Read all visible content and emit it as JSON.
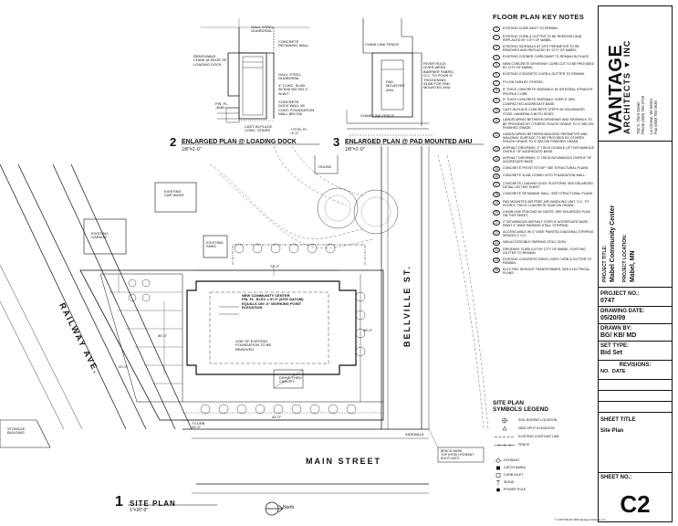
{
  "plans": {
    "loading_dock": {
      "number": "2",
      "title": "ENLARGED PLAN @ LOADING DOCK",
      "scale": "1/8\"=1'-0\""
    },
    "pad_ahu": {
      "number": "3",
      "title": "ENLARGED PLAN @ PAD MOUNTED AHU",
      "scale": "1/8\"=1'-0\""
    },
    "site": {
      "number": "1",
      "title": "SITE  PLAN",
      "scale": "1\"=20'-0\"",
      "north": "North"
    }
  },
  "dock_labels": {
    "removable_chain": "REMOVABLE\nCHAIN @ EDGE OF\nLOADING DOCK",
    "galv_guardrail": "GALV. STEEL\nGUARDRAIL",
    "retaining_wall": "CONCRETE\nRETAINING WALL",
    "galv_guardrail2": "GALV. STEEL\nGUARDRAIL",
    "conc_slab": "4\" CONC. SLAB\nW/ 6X6 W2.9X2.9\nW.W.F.",
    "dock_wall": "CONCRETE\nDOCK WALL W/\nCONT. FOUNDATION\nWALL BELOW",
    "cast_in_place": "CAST-IN-PLACE\nCONC. STAIRS",
    "fin_fl": "FIN. FL.\n-4'-0\"",
    "fin_fl2": "+7'FIN. FL.\n-4'-0\""
  },
  "ahu_labels": {
    "chain_link": "CHAIN LINK FENCE",
    "river_rock": "RIVER ROCK\nOVER WEED\nBARRIER FABRIC\nO.C. TO POUR 5\"\nTHICKENING\nSLAB FOR PAD\nMOUNTED AHU",
    "pad_mounted": "PAD\nMOUNTED\nAHU",
    "chain_link2": "CHAIN LINK FENCE"
  },
  "site_labels": {
    "house": "HOUSE",
    "existing_car_wash": "EXISTING\nCAR WASH",
    "existing_garage": "EXISTING\nGARAGE",
    "existing_shed": "EXISTING\nSHED",
    "new_center": "NEW COMMUNITY CENTER\nFIN. FL. ELEV = 97.5' (SITE DATUM)\nEQUALS 100'-0\" WORKING POINT\nELEVATION",
    "line_existing": "LINE OF EXISTING\nFOUNDATION TO BE\nREMOVED",
    "drive_thru": "DRIVE-THRU\nCANOPY",
    "storage_building": "STORAGE\nBUILDING",
    "sidewalk": "SIDEWALK",
    "bench_mark": "BENCH MARK\nTOP (FIRE) HYDRANT\nELEV=100.0'",
    "dim_a": "72'-0\"",
    "dim_b": "80'-0\"",
    "dim_c": "55'-0\"",
    "dim_d": "42'-0\"",
    "dim_e": "20'-0\"",
    "curb": "7'CURB\n42'-0\""
  },
  "roads": {
    "railway": "RAILWAY AVE.",
    "bellville": "BELLVILLE ST.",
    "main": "MAIN STREET"
  },
  "notes": {
    "heading": "FLOOR PLAN KEY NOTES",
    "items": [
      {
        "n": "1",
        "t": "EXISTING CURB INLET TO REMAIN."
      },
      {
        "n": "2",
        "t": "EXISTING CURB & GUTTER TO BE REMOVED AND REPLACED BY CITY OF MABEL."
      },
      {
        "n": "3",
        "t": "EXISTING SIDEWALK AT SITE PERIMETER TO BE REMOVED AND REPLACED BY CITY OF MABEL."
      },
      {
        "n": "4",
        "t": "EXISTING CORNER CURB RAMP TO REMAIN IN PLACE."
      },
      {
        "n": "5",
        "t": "NEW CONCRETE DRIVEWAY CURB CUT TO BE PROVIDED BY CITY OF MABEL."
      },
      {
        "n": "6",
        "t": "EXISTING CONCRETE CURB & GUTTER TO REMAIN."
      },
      {
        "n": "7",
        "t": "PYLON SIGN BY OTHERS."
      },
      {
        "n": "8",
        "t": "6\" THICK CONCRETE SIDEWALK W/ INTEGRAL STRAIGHT PROFILE CURB."
      },
      {
        "n": "9",
        "t": "5\" THICK CONCRETE SIDEWALK OVER 6\" MIN. COMPACTED AGGREGATE BASE."
      },
      {
        "n": "10",
        "t": "CAST-IN-PLACE CONCRETE STEPS W/ GALVANIZED STEEL HANDRAILS BOTH SIDES."
      },
      {
        "n": "11",
        "t": "LANDSCAPING BETWEEN DRIVEWAY AND SIDEWALK TO BE PROVIDED BY OTHERS. ROUGH GRADE TO 4\" BELOW FINISHED GRADE."
      },
      {
        "n": "12",
        "t": "LANDSCAPING BETWEEN BUILDING PERIMETER AND WALKWAY SURFACE TO BE PROVIDED BY OTHERS. ROUGH GRADE TO 4\" BELOW FINISHED GRADE."
      },
      {
        "n": "13",
        "t": "ASPHALT DRIVEWAY, 3\" THICK DOUBLE LIFT BITUMINOUS OVER 8\" OF AGGREGATE BASE."
      },
      {
        "n": "14",
        "t": "ASPHALT DRIVEWAY, 3\" THICK BITUMINOUS OVER 8\" OF AGGREGATE BASE."
      },
      {
        "n": "15",
        "t": "CONCRETE FROST STOOP. SEE STRUCTURAL PLANS."
      },
      {
        "n": "16",
        "t": "CONCRETE SLAB, DOWEL INTO FOUNDATION WALL."
      },
      {
        "n": "17",
        "t": "CONCRETE LOADING DOCK PLATFORM. SEE ENLARGED DETAIL ON THIS SHEET."
      },
      {
        "n": "18",
        "t": "CONCRETE RETAINING WALL. SEE STRUCTURAL PLANS."
      },
      {
        "n": "19",
        "t": "PAD MOUNTED AIR FREE AIR HANDLING UNIT. O.C. TO POUR 5\" THICK CONCRETE SLAB ON GRADE."
      },
      {
        "n": "20",
        "t": "CHAIN LINK FENCING W/ GATES. SEE ENLARGED PLAN ON THIS SHEET."
      },
      {
        "n": "21",
        "t": "2\" BITUMINOUS ASPHALT OVER 8\" AGGREGATE BASE. PAINT 4\" WIDE PARKING STALL STRIPING."
      },
      {
        "n": "22",
        "t": "ACCESS AISLE W/ 4\" WIDE PAINTED DIAGONAL STRIPING SPACED 2' O.C."
      },
      {
        "n": "23",
        "t": "VAN ACCESSIBLE PARKING STALL SIGN."
      },
      {
        "n": "24",
        "t": "DRIVEWAY CURB CUT BY CITY OF MABEL, EXISTING GUTTER TO REMAIN."
      },
      {
        "n": "25",
        "t": "EXISTING CONCRETE DRIVE OVER CURB & GUTTER TO REMAIN."
      },
      {
        "n": "26",
        "t": "ELECTRIC SERVICE TRANSFORMER. SEE ELECTRICAL PLANS."
      }
    ]
  },
  "legend": {
    "heading1": "SITE PLAN",
    "heading2": "SYMBOLS LEGEND",
    "items": [
      {
        "label": "SOIL BORING LOCATION"
      },
      {
        "label": "NEW SPOT ELEVATION"
      },
      {
        "label": "EXISTING CONTOUR LINE"
      },
      {
        "label": "FENCE"
      },
      {
        "label": "HYDRANT"
      },
      {
        "label": "CATCH BASIN"
      },
      {
        "label": "CURB INLET"
      },
      {
        "label": "SIGNS"
      },
      {
        "label": "POWER POLE"
      }
    ]
  },
  "title_block": {
    "brand": "VANTAGE",
    "brand_sub": "ARCHITECTS ▼ INC",
    "address1": "750 N. Third Street",
    "address2": "Phone (608) 784-2729",
    "address3": "La Crosse, WI 54601",
    "address4": "Fax (608) 784-2636",
    "project_title_label": "PROJECT TITLE:",
    "project_title": "Mabel Community Center",
    "project_location_label": "PROJECT LOCATION:",
    "project_location": "Mabel, MN",
    "project_no_label": "PROJECT NO.:",
    "project_no": "0747",
    "drawing_date_label": "DRAWING DATE:",
    "drawing_date": "05/20/09",
    "drawn_by_label": "DRAWN BY:",
    "drawn_by": "BG/ KB/ MD",
    "set_type_label": "SET TYPE:",
    "set_type": "Bid Set",
    "revisions_label": "REVISIONS:",
    "rev_no": "NO.",
    "rev_date": "DATE",
    "sheet_title_label": "SHEET TITLE",
    "sheet_title": "Site Plan",
    "sheet_no_label": "SHEET NO.:",
    "sheet_no": "C2",
    "copyright": "© COPYRIGHT 2009 Vantage Architects, Inc."
  }
}
